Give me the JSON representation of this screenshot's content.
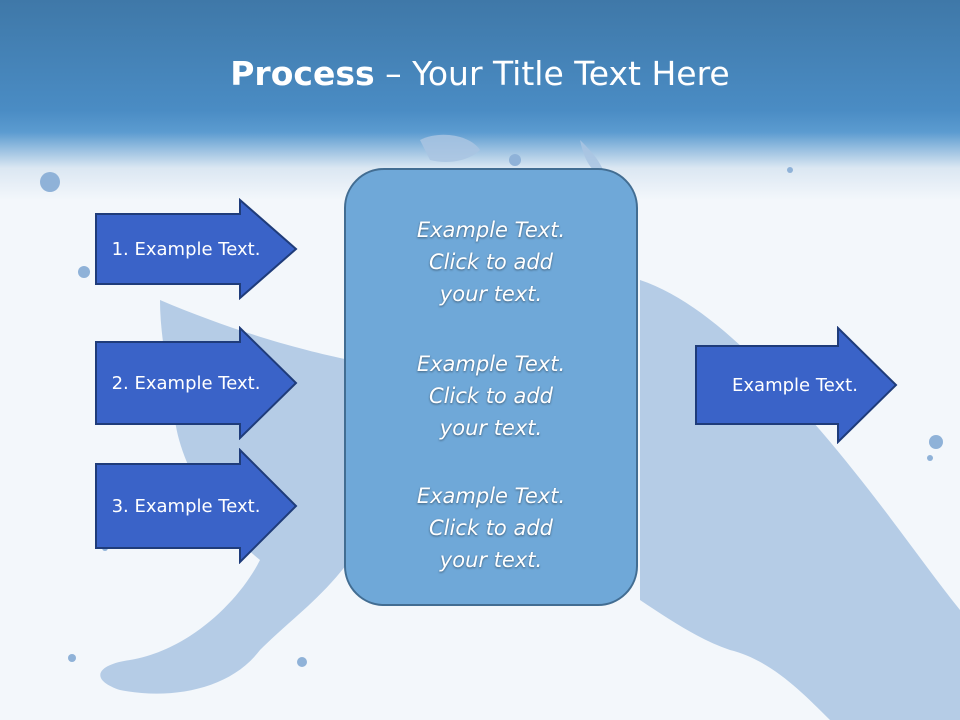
{
  "slide": {
    "title_bold": "Process",
    "title_rest": " – Your Title Text Here"
  },
  "left_arrows": [
    {
      "label": "1. Example Text."
    },
    {
      "label": "2. Example Text."
    },
    {
      "label": "3. Example Text."
    }
  ],
  "center_box": {
    "blocks": [
      {
        "lines": [
          "Example Text.",
          "Click  to add",
          "your text."
        ]
      },
      {
        "lines": [
          "Example Text.",
          "Click  to add",
          "your text."
        ]
      },
      {
        "lines": [
          "Example Text.",
          "Click  to add",
          "your text."
        ]
      }
    ]
  },
  "right_arrow": {
    "label": "Example Text."
  },
  "colors": {
    "arrow_fill": "#3a63c8",
    "arrow_stroke": "#1f3c7a",
    "box_fill": "#6fa8d8",
    "box_stroke": "#426d92",
    "header": "#4a8cc4"
  }
}
